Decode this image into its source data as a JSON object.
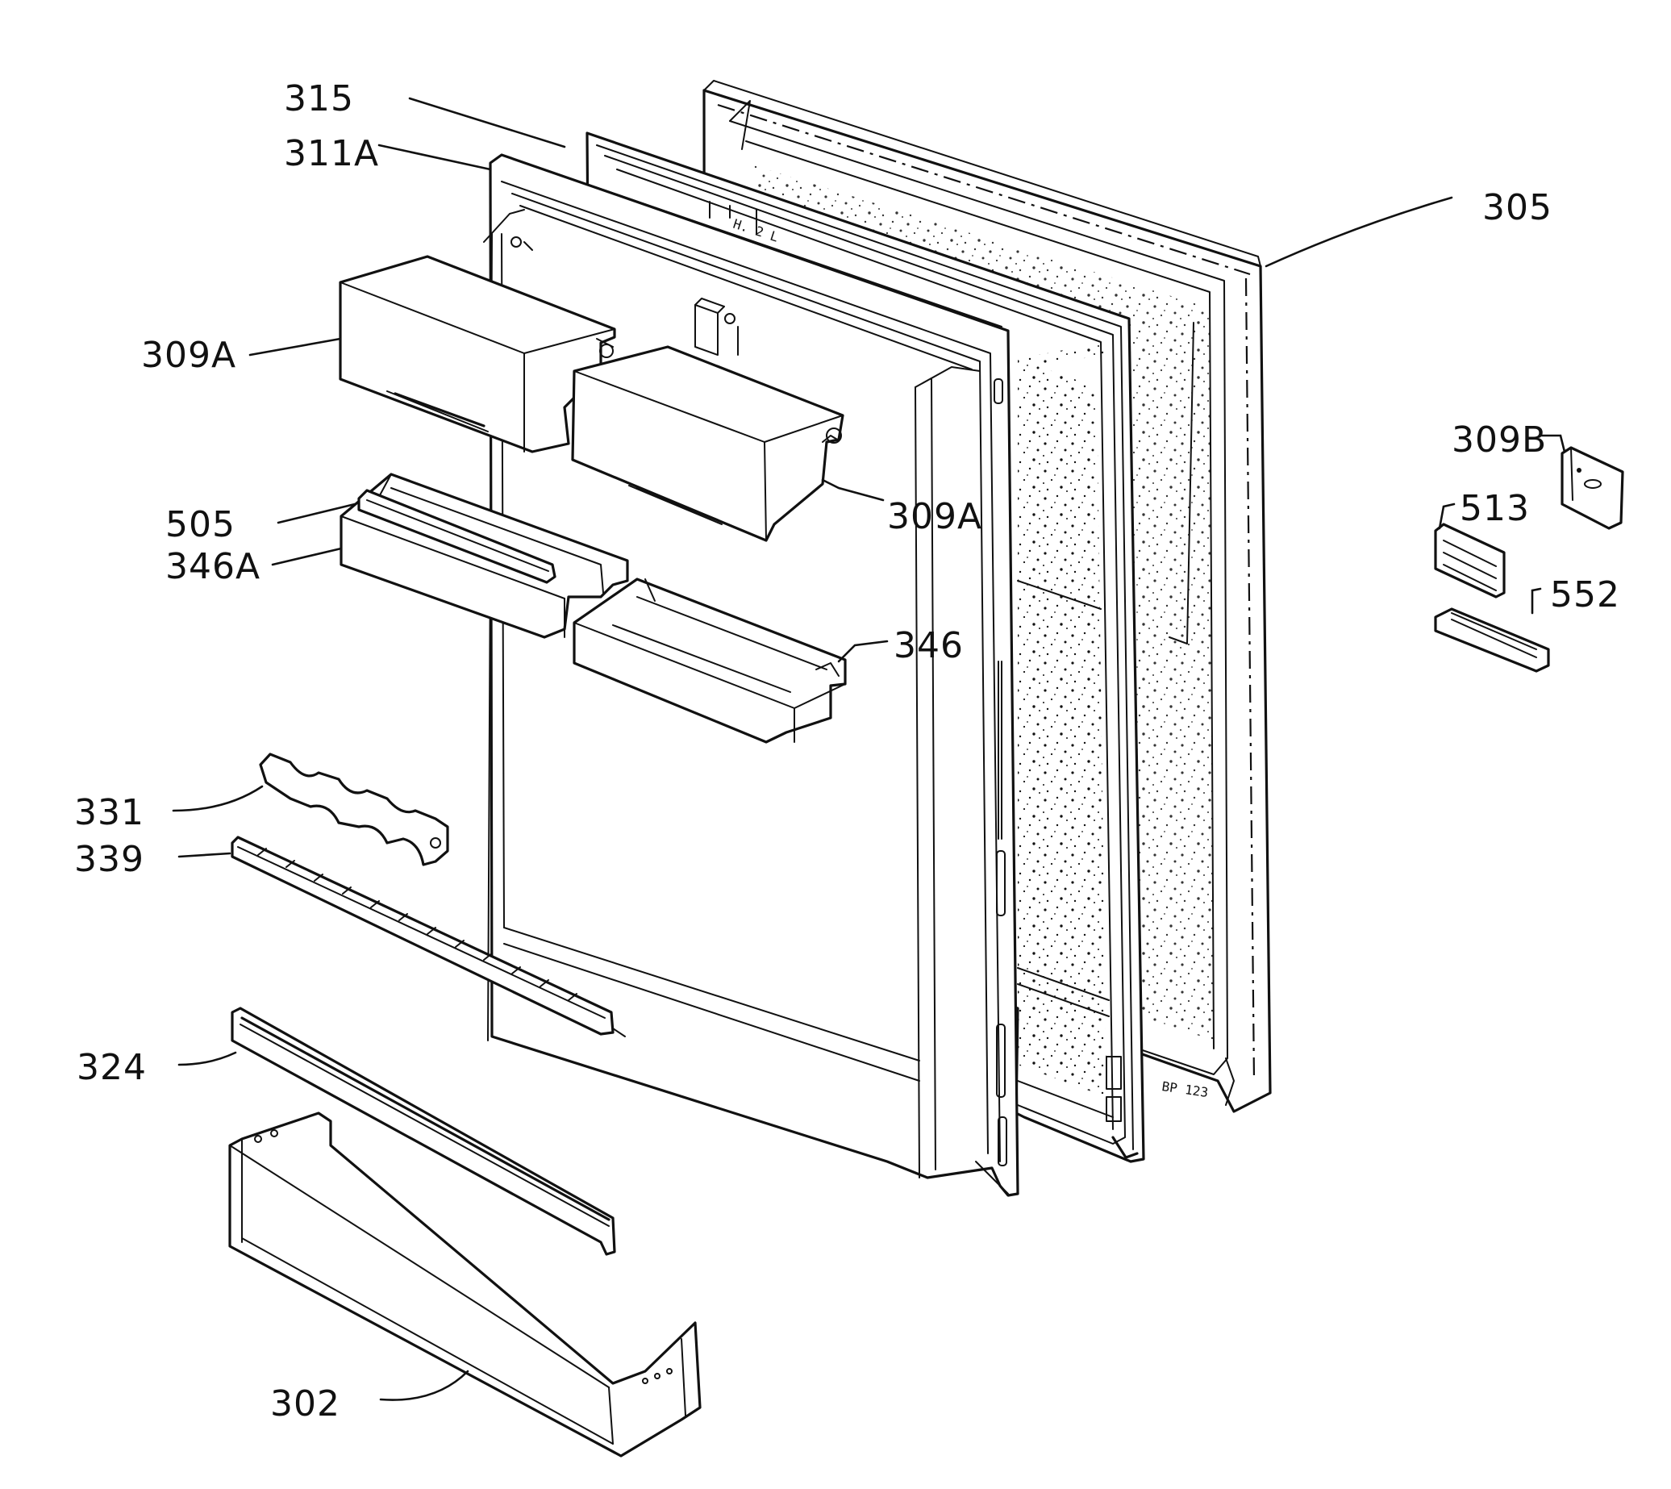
{
  "labels": {
    "l315": "315",
    "l311a": "311A",
    "l305": "305",
    "l309a_top": "309A",
    "l309a_mid": "309A",
    "l309b": "309B",
    "l513": "513",
    "l552": "552",
    "l505": "505",
    "l346a": "346A",
    "l346": "346",
    "l331": "331",
    "l339": "339",
    "l324": "324",
    "l302": "302",
    "stamp": "BP 123"
  }
}
